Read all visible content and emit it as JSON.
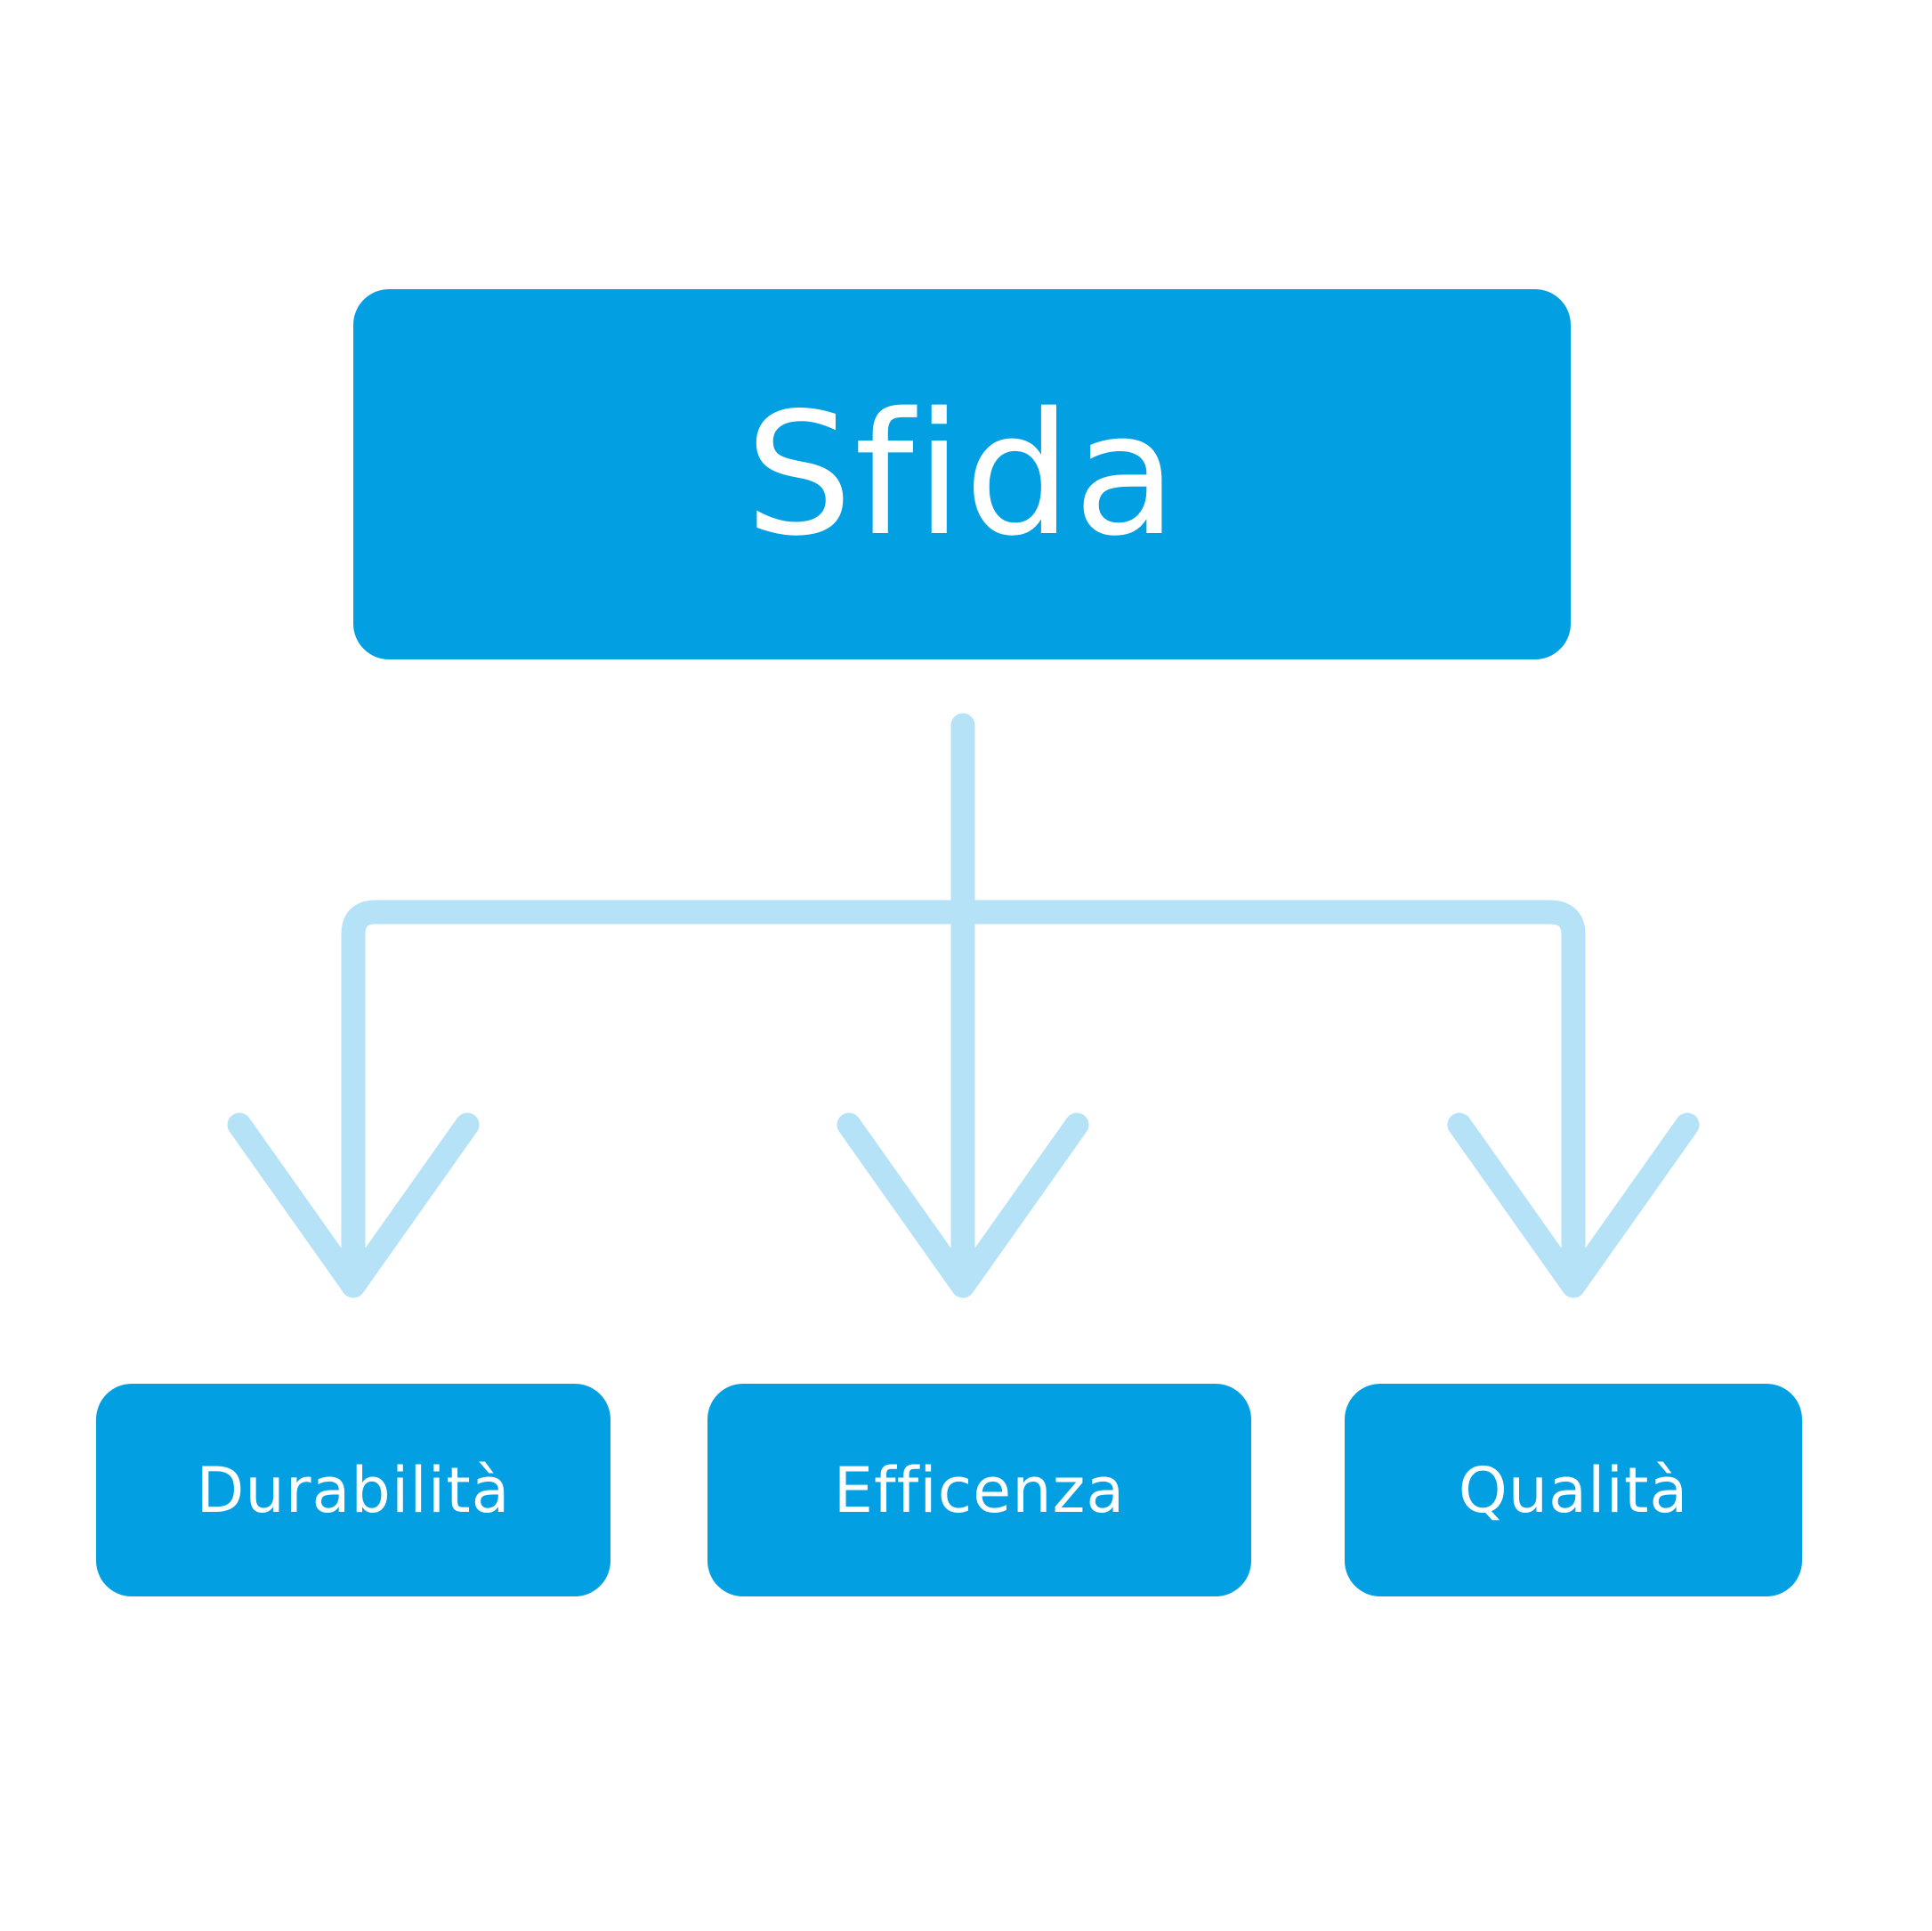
{
  "colors": {
    "box_fill": "#029fe3",
    "box_text": "#ffffff",
    "connector": "#b5e2f7",
    "background": "#ffffff"
  },
  "root": {
    "label": "Sfida"
  },
  "children": [
    {
      "label": "Durabilità"
    },
    {
      "label": "Efficenza"
    },
    {
      "label": "Qualità"
    }
  ]
}
